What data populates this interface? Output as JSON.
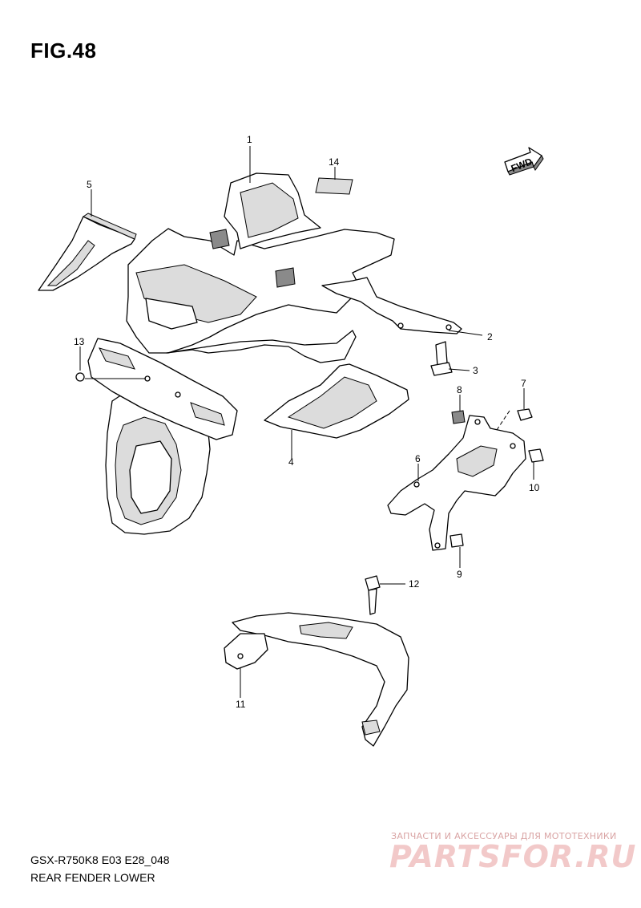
{
  "figure": {
    "title": "FIG.48",
    "model_code": "GSX-R750K8 E03 E28_048",
    "section_name": "REAR FENDER LOWER",
    "direction_badge": "FWD"
  },
  "callouts": [
    "1",
    "2",
    "3",
    "4",
    "5",
    "6",
    "7",
    "8",
    "9",
    "10",
    "11",
    "12",
    "13",
    "14"
  ],
  "watermark": {
    "tagline": "ЗАПЧАСТИ И АКСЕССУАРЫ ДЛЯ МОТОТЕХНИКИ",
    "logo": "PARTSFOR.RU"
  }
}
